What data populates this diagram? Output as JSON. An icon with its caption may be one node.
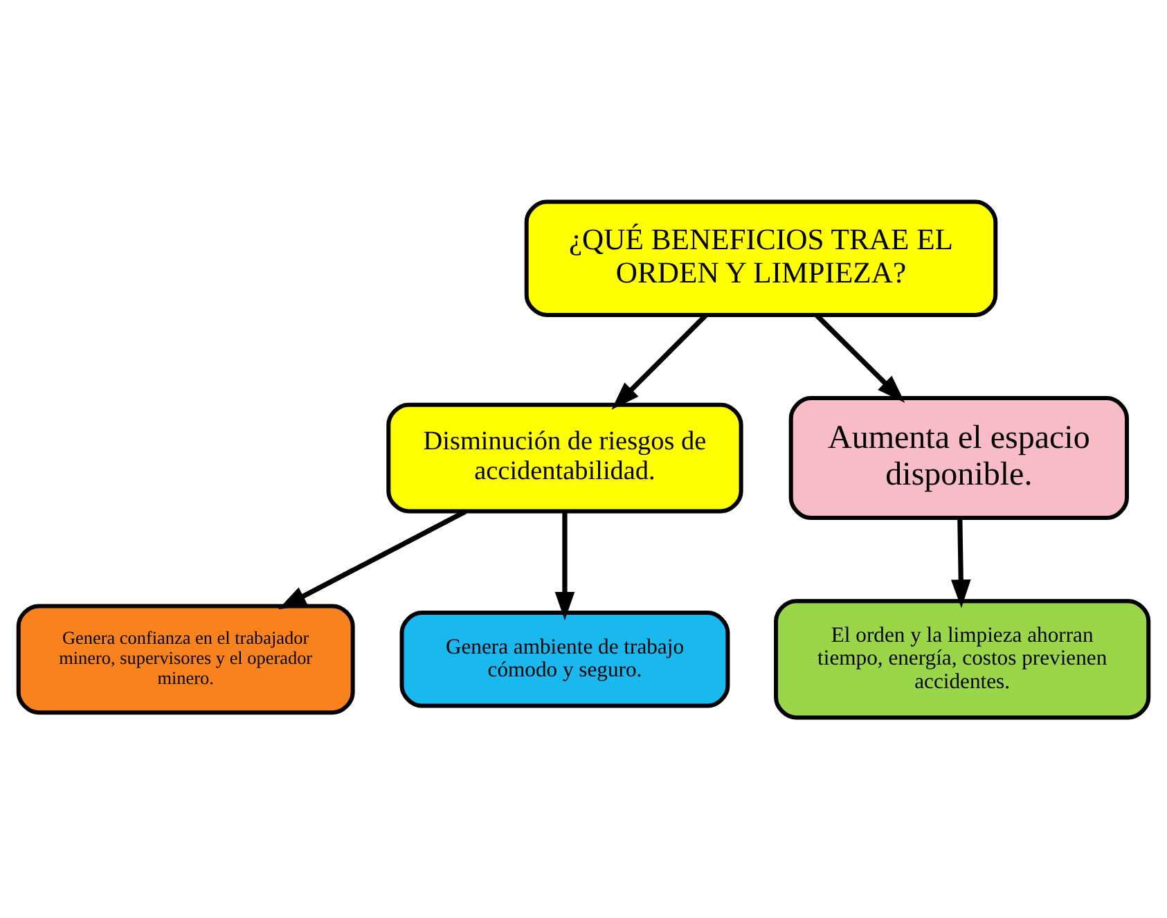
{
  "diagram": {
    "nodes": [
      {
        "text": [
          "¿QUÉ BENEFICIOS TRAE EL ORDEN Y LIMPIEZA?"
        ]
      },
      {
        "text": [
          "Disminución de riesgos de accidentabilidad."
        ]
      },
      {
        "text": [
          "Aumenta el espacio disponible."
        ]
      },
      {
        "text": [
          "Genera confianza en el trabajador minero, supervisores y el operador minero."
        ]
      },
      {
        "text": [
          "Genera ambiente de trabajo cómodo y seguro."
        ]
      },
      {
        "text": [
          "El orden y la limpieza ahorran tiempo, energía, costos previenen accidentes."
        ]
      }
    ],
    "edges": [
      {
        "from": 0,
        "to": 1,
        "arrow": "to"
      },
      {
        "from": 0,
        "to": 2,
        "arrow": "to"
      },
      {
        "from": 1,
        "to": 3,
        "arrow": "to"
      },
      {
        "from": 1,
        "to": 4,
        "arrow": "to"
      },
      {
        "from": 2,
        "to": 5,
        "arrow": "to"
      }
    ]
  }
}
